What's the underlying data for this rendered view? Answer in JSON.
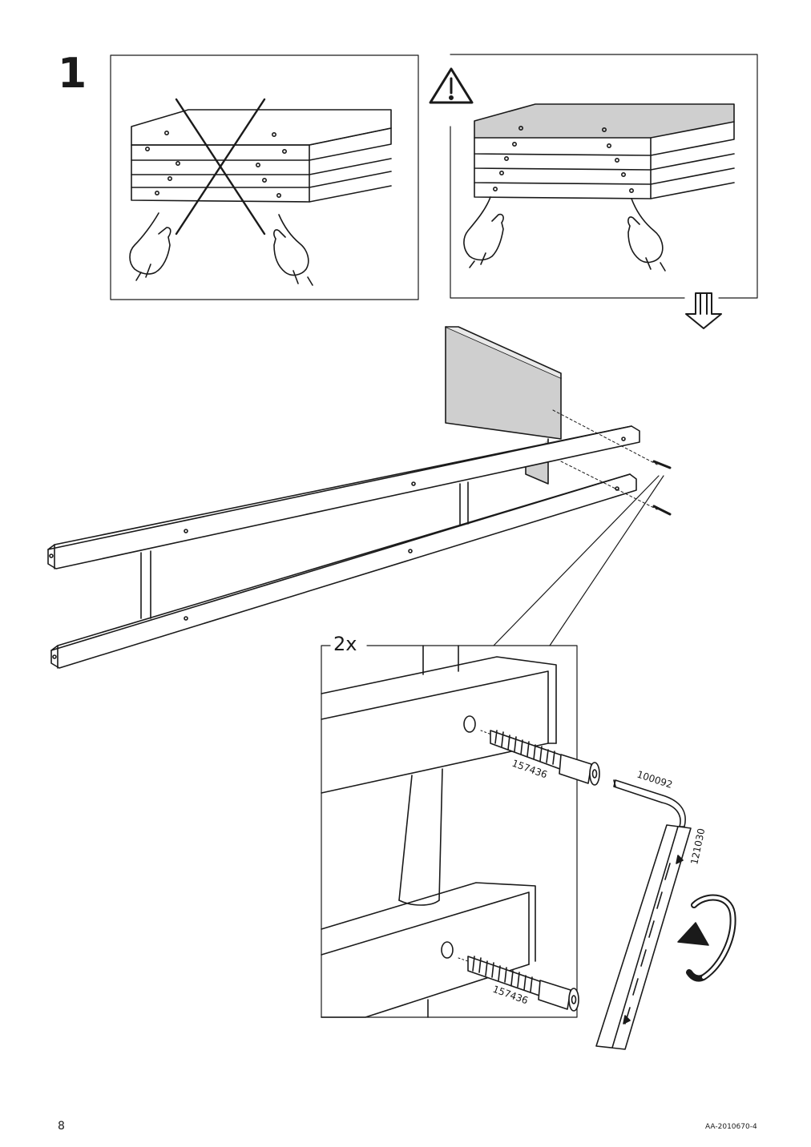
{
  "step": {
    "number": "1"
  },
  "detail": {
    "quantity": "2x",
    "parts": {
      "screw_upper": "157436",
      "screw_lower": "157436",
      "allen_key": "100092",
      "tool": "121030"
    }
  },
  "footer": {
    "page_number": "8",
    "doc_code": "AA-2010670-4"
  },
  "icons": [
    "warning-triangle-icon",
    "forbidden-cross-icon",
    "down-arrow-icon",
    "rotate-arrow-icon",
    "hand-icon"
  ]
}
